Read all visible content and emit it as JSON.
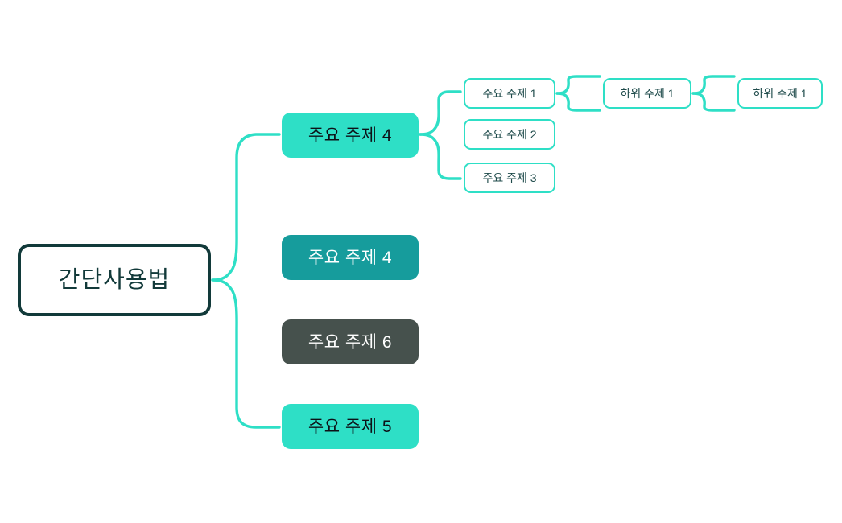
{
  "diagram": {
    "type": "mind-map",
    "orientation": "left-to-right",
    "background_color": "#ffffff",
    "connector_color": "#2edfc6",
    "root": {
      "label": "간단사용법",
      "border_color": "#123a3a",
      "fill_color": "#ffffff",
      "text_color": "#123a3a"
    },
    "main_topics": [
      {
        "label": "주요 주제 4",
        "fill_color": "#2edfc6",
        "text_color": "#0d1117"
      },
      {
        "label": "주요 주제 4",
        "fill_color": "#169c9c",
        "text_color": "#ffffff"
      },
      {
        "label": "주요 주제 6",
        "fill_color": "#46514d",
        "text_color": "#ffffff"
      },
      {
        "label": "주요 주제 5",
        "fill_color": "#2edfc6",
        "text_color": "#0d1117"
      }
    ],
    "sub_topics": [
      {
        "label": "주요 주제 1",
        "border_color": "#2edfc6",
        "fill_color": "#ffffff",
        "text_color": "#1f4b4b"
      },
      {
        "label": "주요 주제 2",
        "border_color": "#2edfc6",
        "fill_color": "#ffffff",
        "text_color": "#1f4b4b"
      },
      {
        "label": "주요 주제 3",
        "border_color": "#2edfc6",
        "fill_color": "#ffffff",
        "text_color": "#1f4b4b"
      }
    ],
    "leaf_topics": [
      {
        "label": "하위 주제 1",
        "border_color": "#2edfc6",
        "fill_color": "#ffffff",
        "text_color": "#1f4b4b"
      },
      {
        "label": "하위 주제 1",
        "border_color": "#2edfc6",
        "fill_color": "#ffffff",
        "text_color": "#1f4b4b"
      }
    ]
  }
}
